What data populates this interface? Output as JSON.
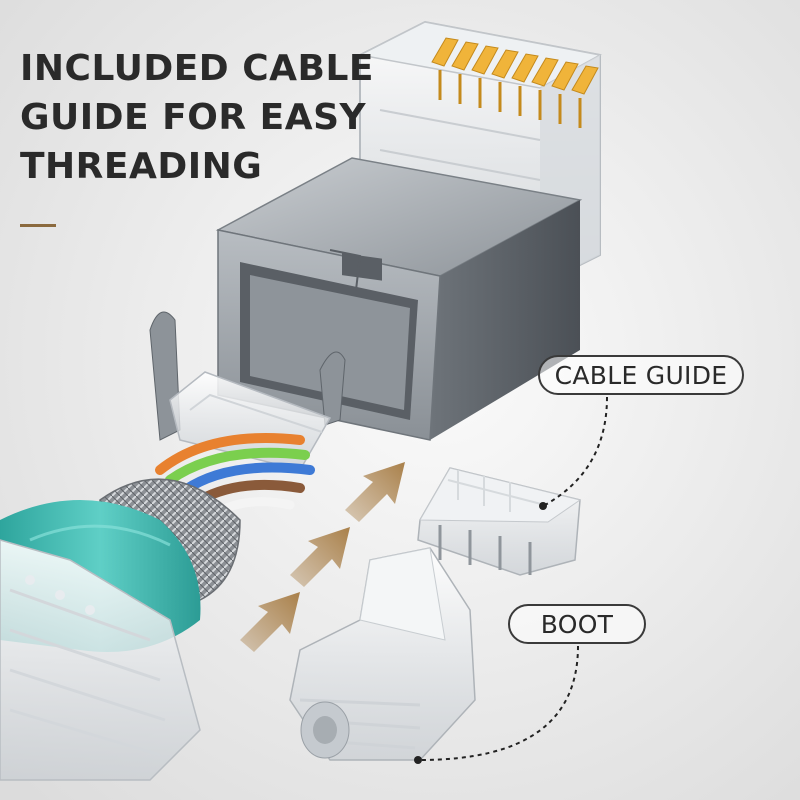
{
  "headline": {
    "lines": [
      "INCLUDED CABLE",
      "GUIDE FOR EASY",
      "THREADING"
    ]
  },
  "callouts": {
    "cable_guide": "CABLE GUIDE",
    "boot": "BOOT"
  },
  "colors": {
    "accent": "#8b6a3e",
    "arrow": "#a9804a",
    "teal_sleeve": "#3fb8b0",
    "gold_pins": "#f0b43a",
    "metal_shield": "#9aa0a6",
    "text": "#2a2a2a"
  }
}
